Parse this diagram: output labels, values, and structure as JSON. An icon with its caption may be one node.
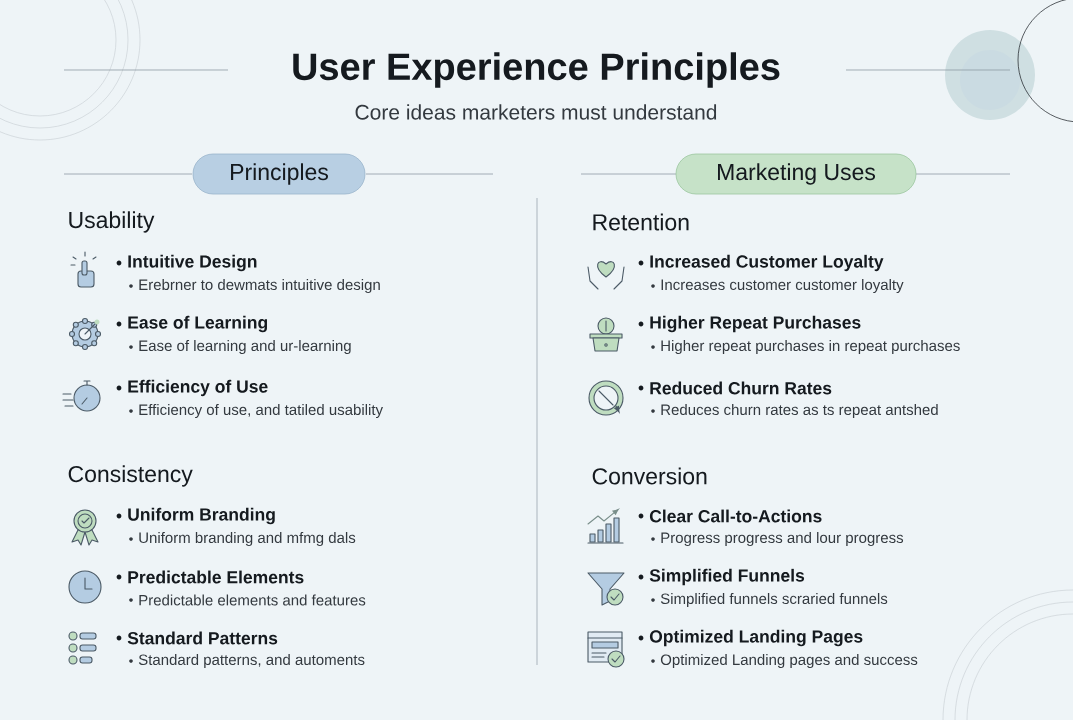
{
  "diagram": {
    "title": "User Experience Principles",
    "nodes": [
      {
        "text": [
          "Principles"
        ]
      },
      {
        "text": [
          "Marketing Uses"
        ]
      }
    ],
    "edges": [],
    "labels": [
      "Core ideas marketers must understand",
      "Usability",
      "Intuitive Design",
      "Erebrner to dewmats intuitive design",
      "Ease of Learning",
      "Ease of learning and ur-learning",
      "Efficiency of Use",
      "Efficiency of use, and tatiled usability",
      "Consistency",
      "Uniform Branding",
      "Uniform branding and mfmg dals",
      "Predictable Elements",
      "Predictable elements and features",
      "Standard Patterns",
      "Standard patterns, and automents",
      "Retention",
      "Increased Customer Loyalty",
      "Increases customer customer loyalty",
      "Higher Repeat Purchases",
      "Higher repeat purchases in repeat purchases",
      "Reduced Churn Rates",
      "Reduces churn rates as ts repeat antshed",
      "Conversion",
      "Clear Call-to-Actions",
      "Progress progress and lour progress",
      "Simplified Funnels",
      "Simplified funnels scraried funnels",
      "Optimized Landing Pages",
      "Optimized Landing pages and success"
    ]
  }
}
